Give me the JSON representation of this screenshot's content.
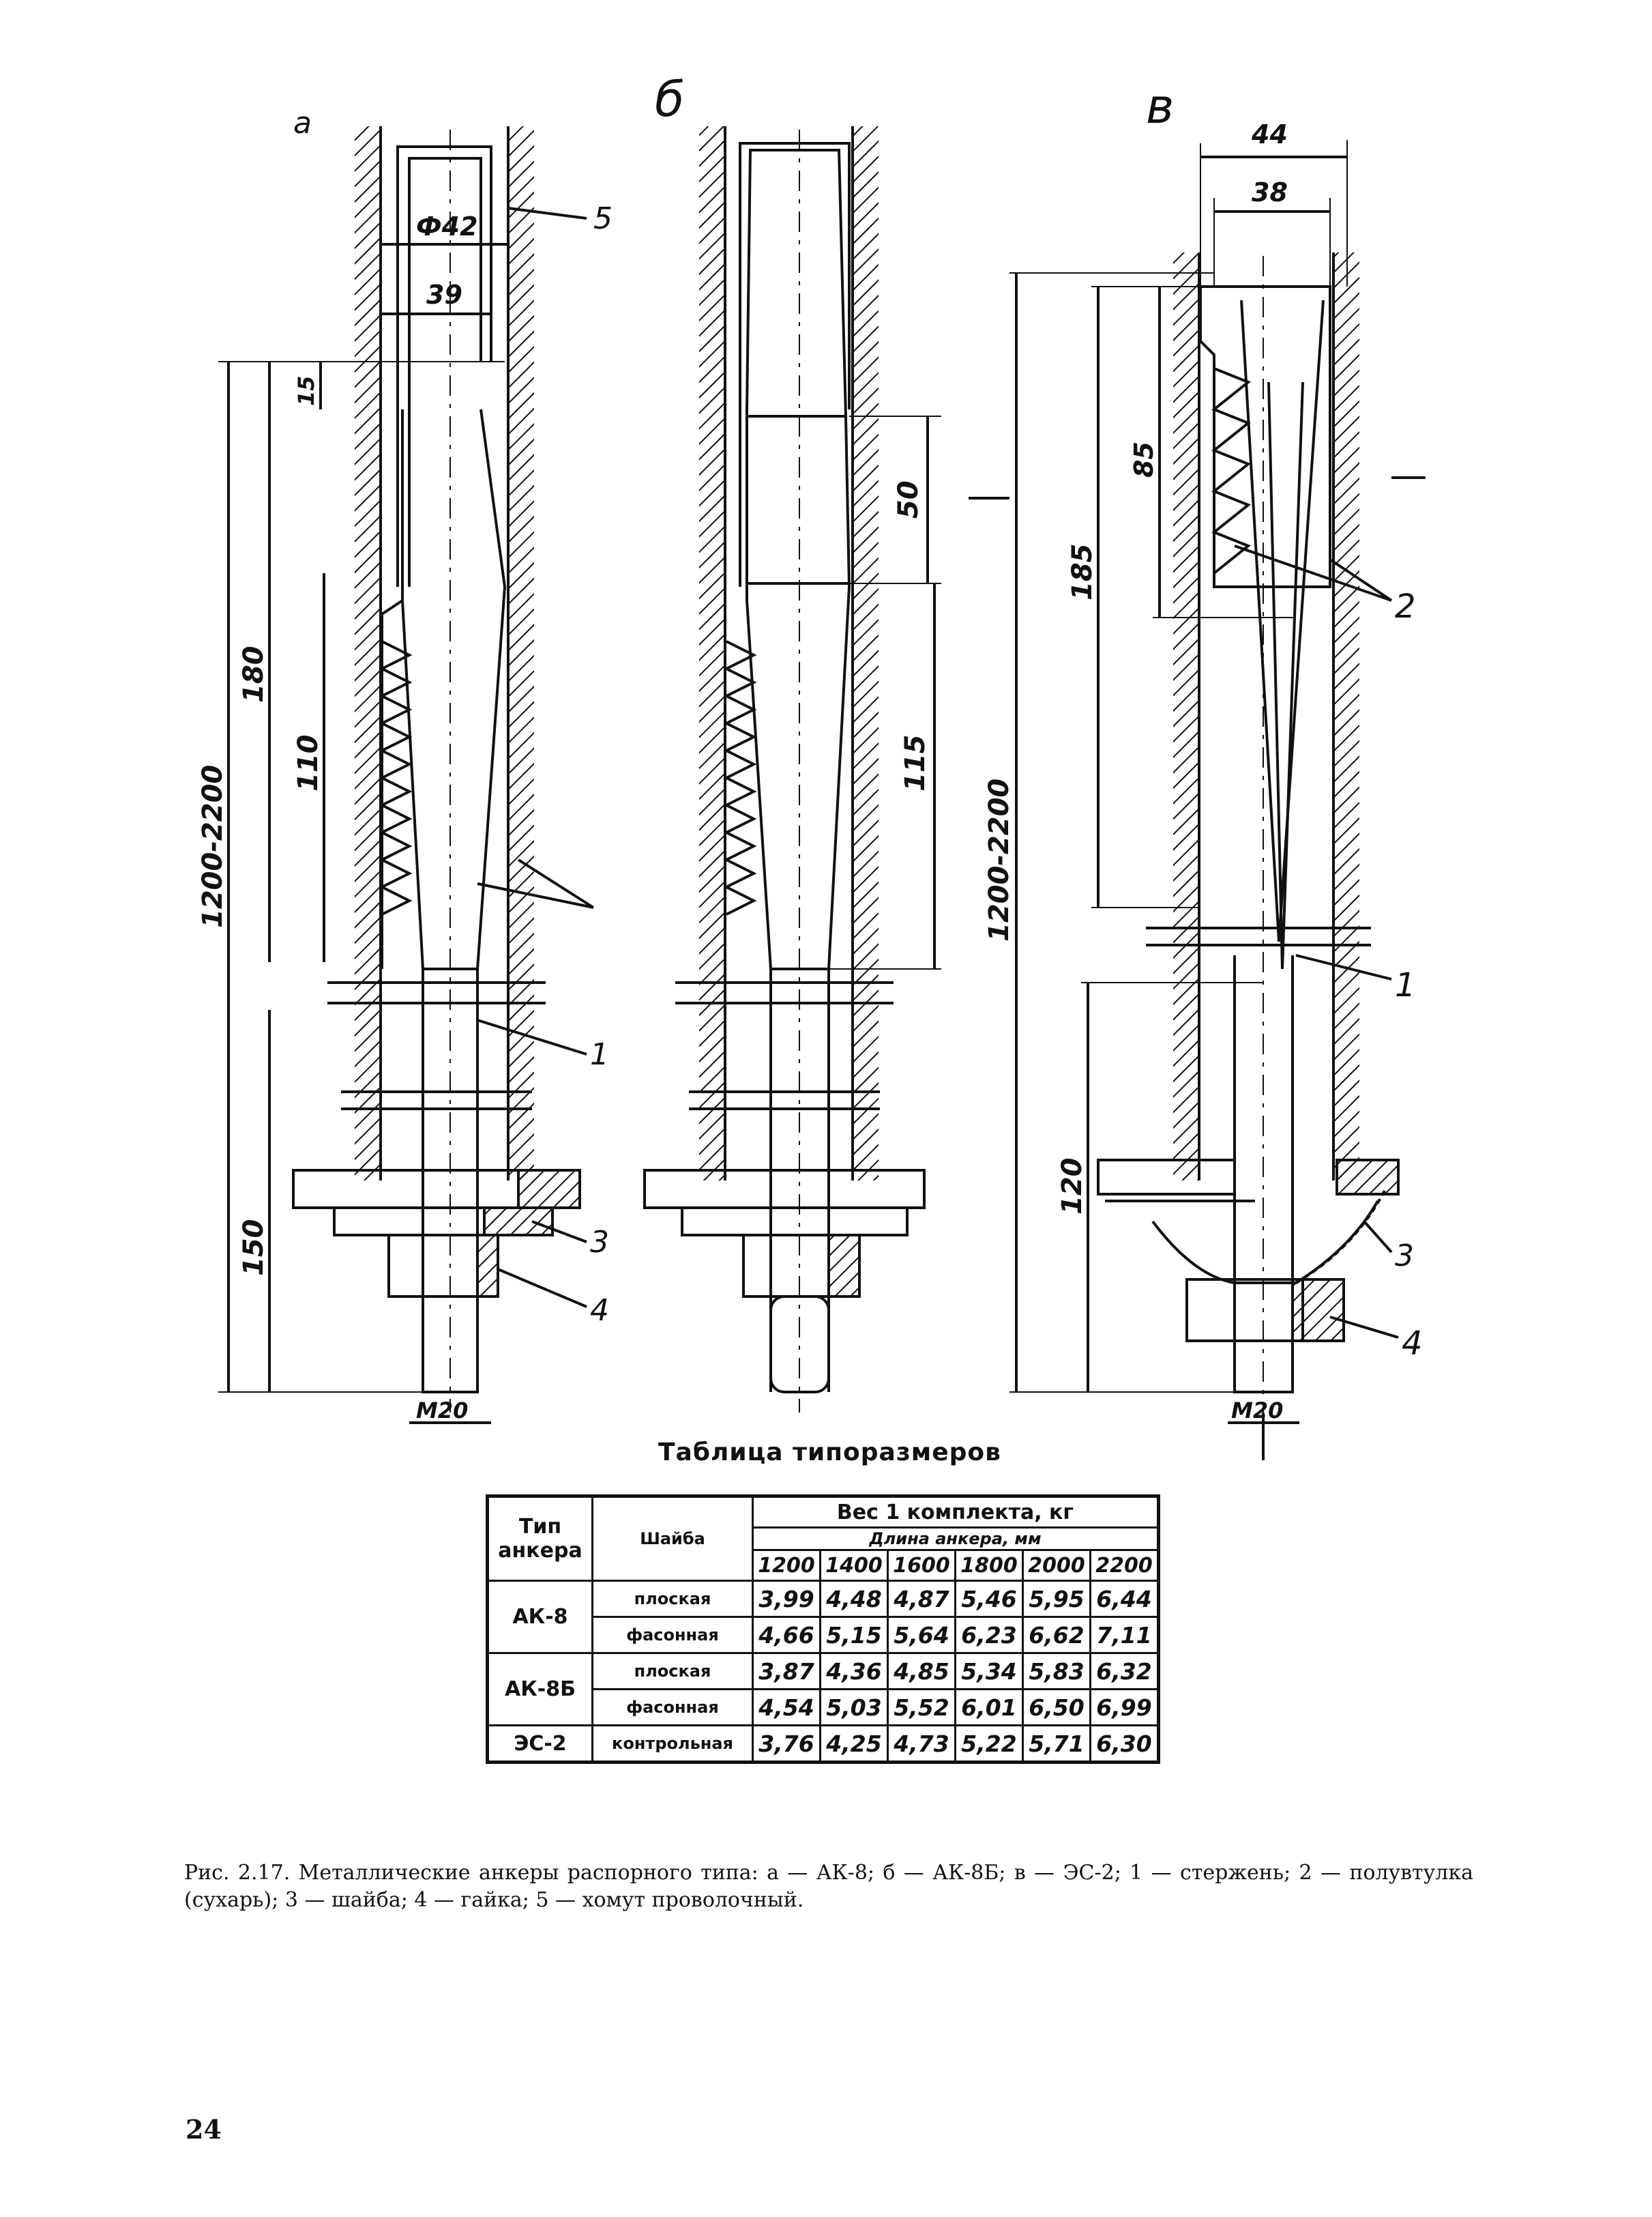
{
  "figure": {
    "panel_labels": [
      "а",
      "б",
      "в"
    ],
    "dimensions_a": [
      "Ф42",
      "39",
      "15",
      "180",
      "110",
      "1200-2200",
      "150",
      "М20"
    ],
    "dimensions_b": [
      "50",
      "115"
    ],
    "dimensions_c": [
      "44",
      "38",
      "85",
      "185",
      "1200-2200",
      "120",
      "М20"
    ],
    "callouts": [
      "1",
      "2",
      "3",
      "4",
      "5"
    ]
  },
  "table": {
    "title": "Таблица типоразмеров",
    "col_type": "Тип анкера",
    "col_washer": "Шайба",
    "col_weight": "Вес 1 комплекта, кг",
    "col_length": "Длина анкера, мм",
    "lengths": [
      "1200",
      "1400",
      "1600",
      "1800",
      "2000",
      "2200"
    ],
    "rows": [
      {
        "type": "АК-8",
        "washer": "плоская",
        "values": [
          "3,99",
          "4,48",
          "4,87",
          "5,46",
          "5,95",
          "6,44"
        ]
      },
      {
        "type": "",
        "washer": "фасонная",
        "values": [
          "4,66",
          "5,15",
          "5,64",
          "6,23",
          "6,62",
          "7,11"
        ]
      },
      {
        "type": "АК-8Б",
        "washer": "плоская",
        "values": [
          "3,87",
          "4,36",
          "4,85",
          "5,34",
          "5,83",
          "6,32"
        ]
      },
      {
        "type": "",
        "washer": "фасонная",
        "values": [
          "4,54",
          "5,03",
          "5,52",
          "6,01",
          "6,50",
          "6,99"
        ]
      },
      {
        "type": "ЭС-2",
        "washer": "контрольная",
        "values": [
          "3,76",
          "4,25",
          "4,73",
          "5,22",
          "5,71",
          "6,30"
        ]
      }
    ]
  },
  "caption": "Рис. 2.17. Металлические анкеры распорного типа: а — АК-8; б — АК-8Б; в — ЭС-2; 1 — стержень; 2 — полувтулка (сухарь); 3 — шайба; 4 — гайка; 5 — хомут проволочный.",
  "page_number": "24"
}
